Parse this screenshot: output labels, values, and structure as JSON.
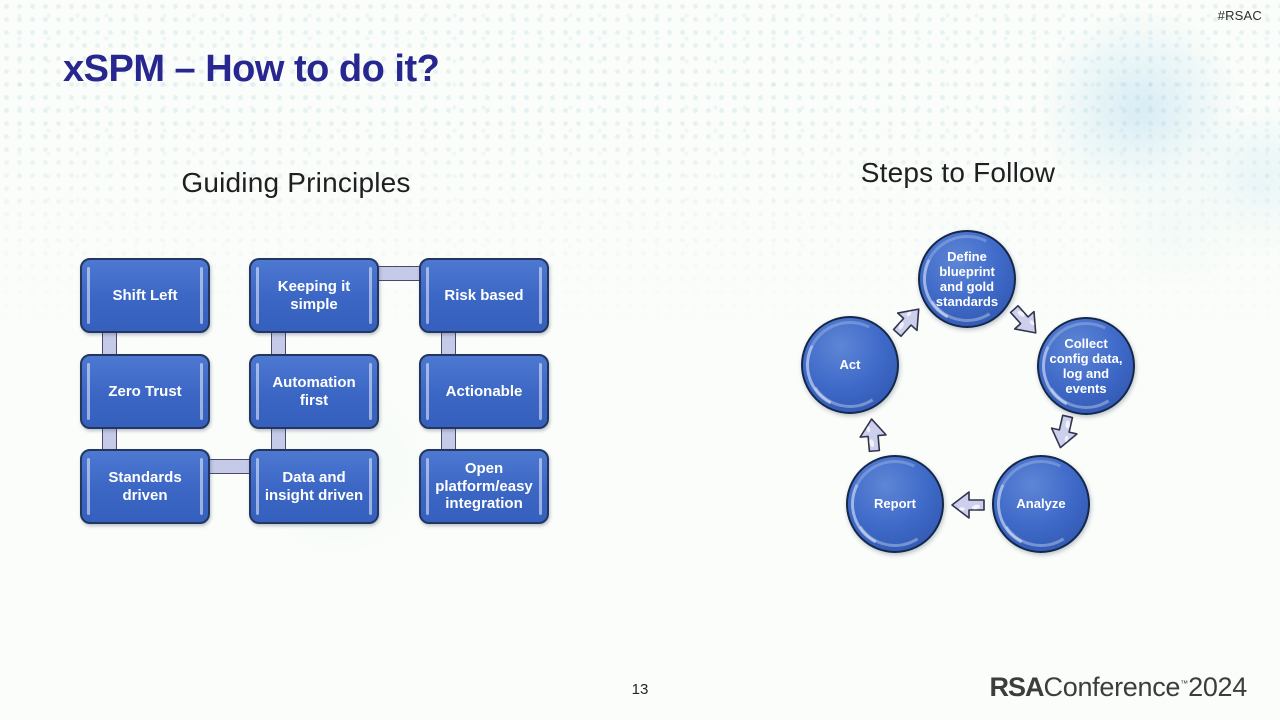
{
  "slide": {
    "hashtag": "#RSAC",
    "title": "xSPM – How to do it?",
    "page_number": "13",
    "logo": {
      "rsa": "RSA",
      "conference": "Conference",
      "tm": "™",
      "year": "2024"
    }
  },
  "guiding_principles": {
    "heading": "Guiding Principles",
    "boxes": [
      "Shift Left",
      "Keeping it simple",
      "Risk based",
      "Zero Trust",
      "Automation first",
      "Actionable",
      "Standards driven",
      "Data and insight driven",
      "Open platform/easy integration"
    ]
  },
  "steps_to_follow": {
    "heading": "Steps to Follow",
    "flow": "clockwise",
    "steps": [
      "Define blueprint and gold standards",
      "Collect config data, log and events",
      "Analyze",
      "Report",
      "Act"
    ]
  },
  "colors": {
    "title": "#27278f",
    "heading": "#1f1f1f",
    "box_fill": "#3b66c4",
    "box_border": "#24365e",
    "connector": "#c5cae8",
    "arrow": "#ccd0ec",
    "background": "#fafdf9"
  }
}
